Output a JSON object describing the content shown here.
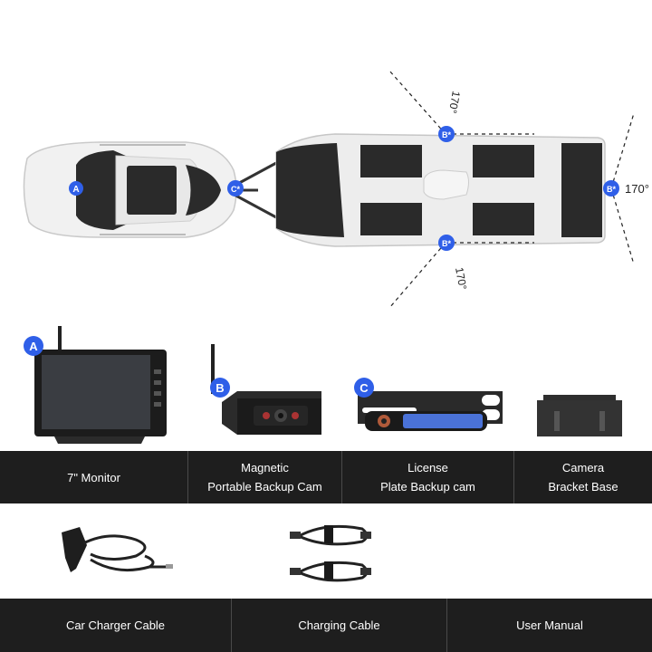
{
  "diagram": {
    "angle_labels": [
      "170°",
      "170°",
      "170°"
    ],
    "badges": {
      "car_monitor": "A",
      "hitch_camera": "C*",
      "top_camera": "B*",
      "rear_camera": "B*",
      "bottom_camera": "B*"
    }
  },
  "products": {
    "monitor_badge": "A",
    "camera_badge": "B",
    "plate_badge": "C"
  },
  "row1": [
    {
      "line1": "7\" Monitor",
      "line2": ""
    },
    {
      "line1": "Magnetic",
      "line2": "Portable Backup Cam"
    },
    {
      "line1": "License",
      "line2": "Plate Backup cam"
    },
    {
      "line1": "Camera",
      "line2": "Bracket Base"
    }
  ],
  "row2": [
    {
      "label": "Car Charger Cable"
    },
    {
      "label": "Charging Cable"
    },
    {
      "label": "User Manual"
    }
  ],
  "colors": {
    "badge": "#2f5fe8",
    "band": "#1e1e1e",
    "text": "#ffffff"
  }
}
